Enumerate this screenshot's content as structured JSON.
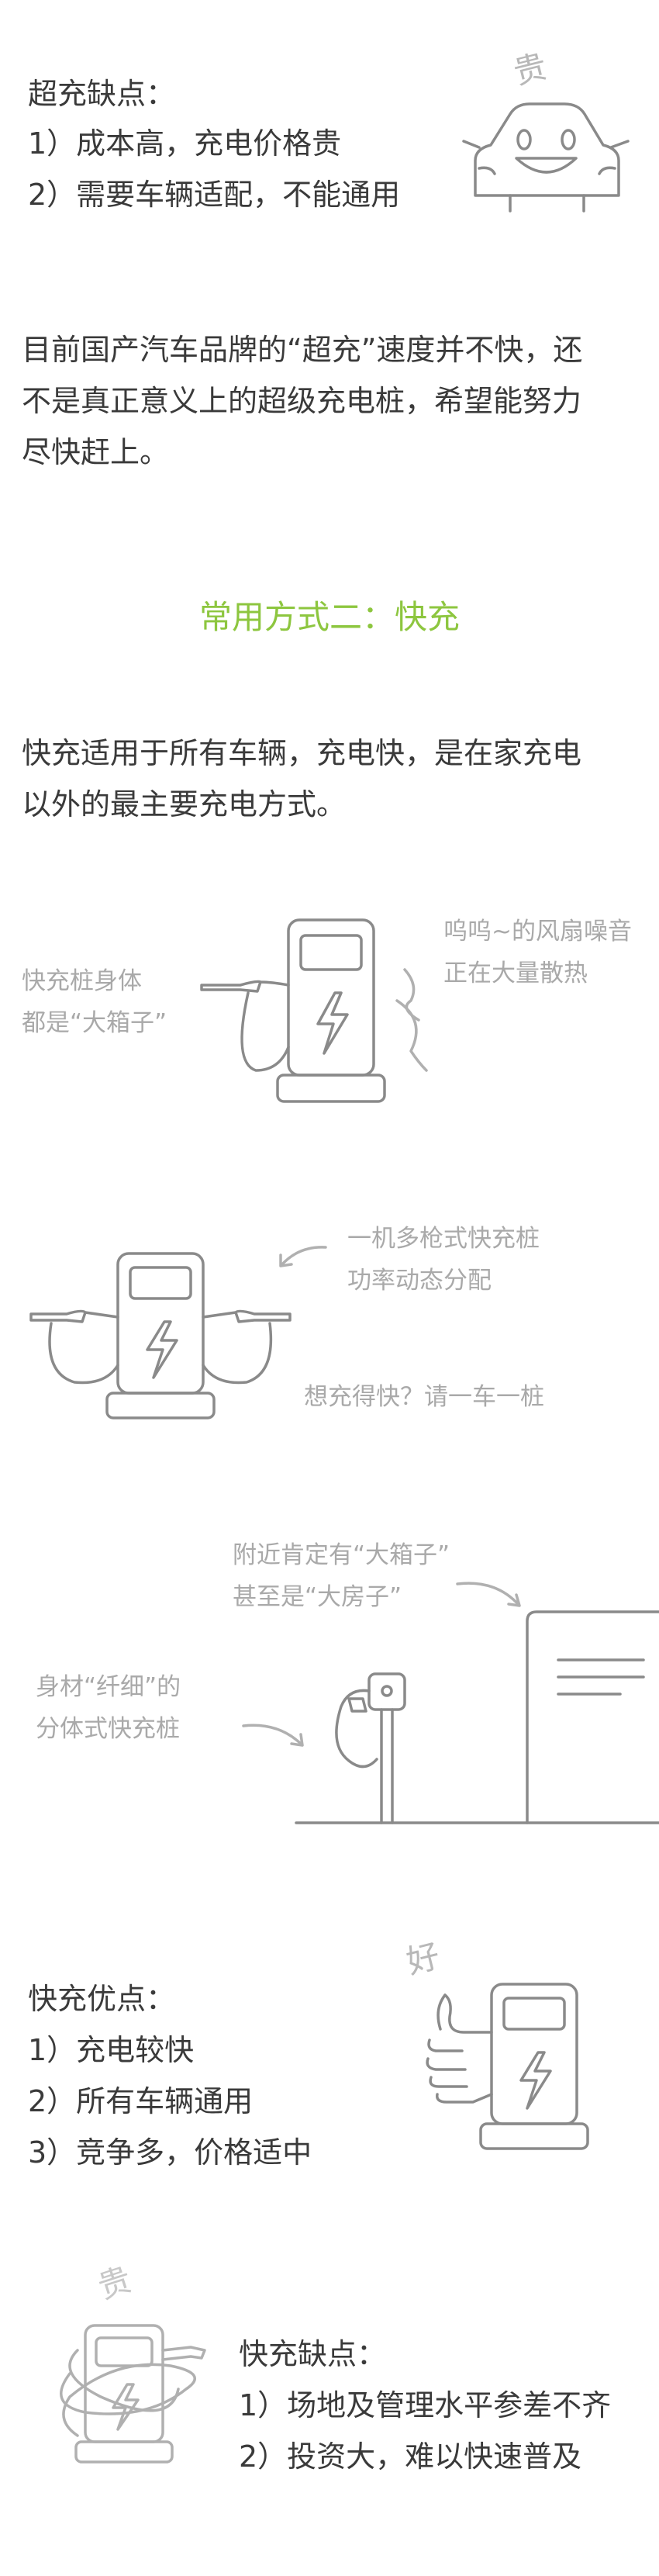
{
  "cons_supercharge": {
    "title": "超充缺点：",
    "items": [
      "1）成本高，充电价格贵",
      "2）需要车辆适配，不能通用"
    ],
    "stamp": "贵"
  },
  "intro_paragraph": [
    "目前国产汽车品牌的“超充”速度并不快，还",
    "不是真正意义上的超级充电桩，希望能努力",
    "尽快赶上。"
  ],
  "section_heading": "常用方式二：快充",
  "fastcharge_paragraph": [
    "快充适用于所有车辆，充电快，是在家充电",
    "以外的最主要充电方式。"
  ],
  "illustration1": {
    "left_note": [
      "快充桩身体",
      "都是“大箱子”"
    ],
    "right_note": [
      "呜呜~的风扇噪音",
      "正在大量散热"
    ]
  },
  "illustration2": {
    "note_top": [
      "一机多枪式快充桩",
      "功率动态分配"
    ],
    "note_bottom": "想充得快？请一车一桩"
  },
  "illustration3": {
    "note_top": [
      "附近肯定有“大箱子”",
      "甚至是“大房子”"
    ],
    "note_left": [
      "身材“纤细”的",
      "分体式快充桩"
    ]
  },
  "pros_fastcharge": {
    "title": "快充优点：",
    "items": [
      "1）充电较快",
      "2）所有车辆通用",
      "3）竞争多，价格适中"
    ],
    "stamp": "好"
  },
  "cons_fastcharge": {
    "title": "快充缺点：",
    "items": [
      "1）场地及管理水平参差不齐",
      "2）投资大，难以快速普及"
    ],
    "stamp": "贵"
  }
}
